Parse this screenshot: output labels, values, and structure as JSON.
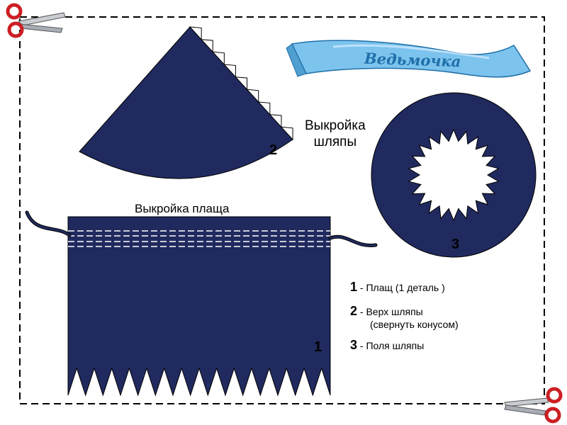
{
  "banner": {
    "title": "Ведьмочка"
  },
  "labels": {
    "hat_pattern_line1": "Выкройка",
    "hat_pattern_line2": "шляпы",
    "cape_pattern": "Выкройка плаща"
  },
  "pieces": [
    {
      "number": "1",
      "name": "cape"
    },
    {
      "number": "2",
      "name": "hat-top"
    },
    {
      "number": "3",
      "name": "hat-brim"
    }
  ],
  "legend": [
    {
      "number": "1",
      "sep": " - ",
      "text": "Плащ (1 деталь )"
    },
    {
      "number": "2",
      "sep": " - ",
      "text": "Верх шляпы",
      "text2": "(свернуть конусом)"
    },
    {
      "number": "3",
      "sep": " - ",
      "text": "Поля шляпы"
    }
  ],
  "colors": {
    "fabric": "#202a5e",
    "banner": "#7cc3ee",
    "scissors_handle": "#cc1f24",
    "border": "#000000"
  },
  "icons": [
    "scissors-icon",
    "scissors-icon"
  ]
}
